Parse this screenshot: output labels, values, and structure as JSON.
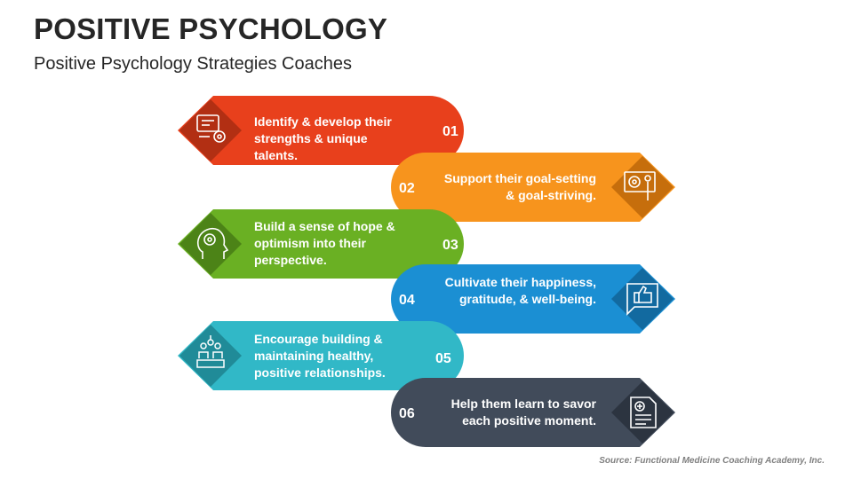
{
  "header": {
    "title": "POSITIVE PSYCHOLOGY",
    "subtitle": "Positive Psychology Strategies Coaches"
  },
  "steps": [
    {
      "number": "01",
      "text": "Identify & develop their strengths & unique talents.",
      "color": "#e8401c",
      "icon": "strengths-gear-icon"
    },
    {
      "number": "02",
      "text": "Support their goal-setting & goal-striving.",
      "color": "#f7941d",
      "icon": "goal-presentation-icon"
    },
    {
      "number": "03",
      "text": "Build a sense of hope & optimism into their perspective.",
      "color": "#6ab023",
      "icon": "optimism-head-icon"
    },
    {
      "number": "04",
      "text": "Cultivate their happiness, gratitude, & well-being.",
      "color": "#1b8fd3",
      "icon": "thumbs-up-icon"
    },
    {
      "number": "05",
      "text": "Encourage building & maintaining healthy, positive relationships.",
      "color": "#31b8c7",
      "icon": "team-relationship-icon"
    },
    {
      "number": "06",
      "text": "Help them learn to savor each positive moment.",
      "color": "#414b5a",
      "icon": "health-document-icon"
    }
  ],
  "source": "Source: Functional Medicine Coaching Academy, Inc."
}
